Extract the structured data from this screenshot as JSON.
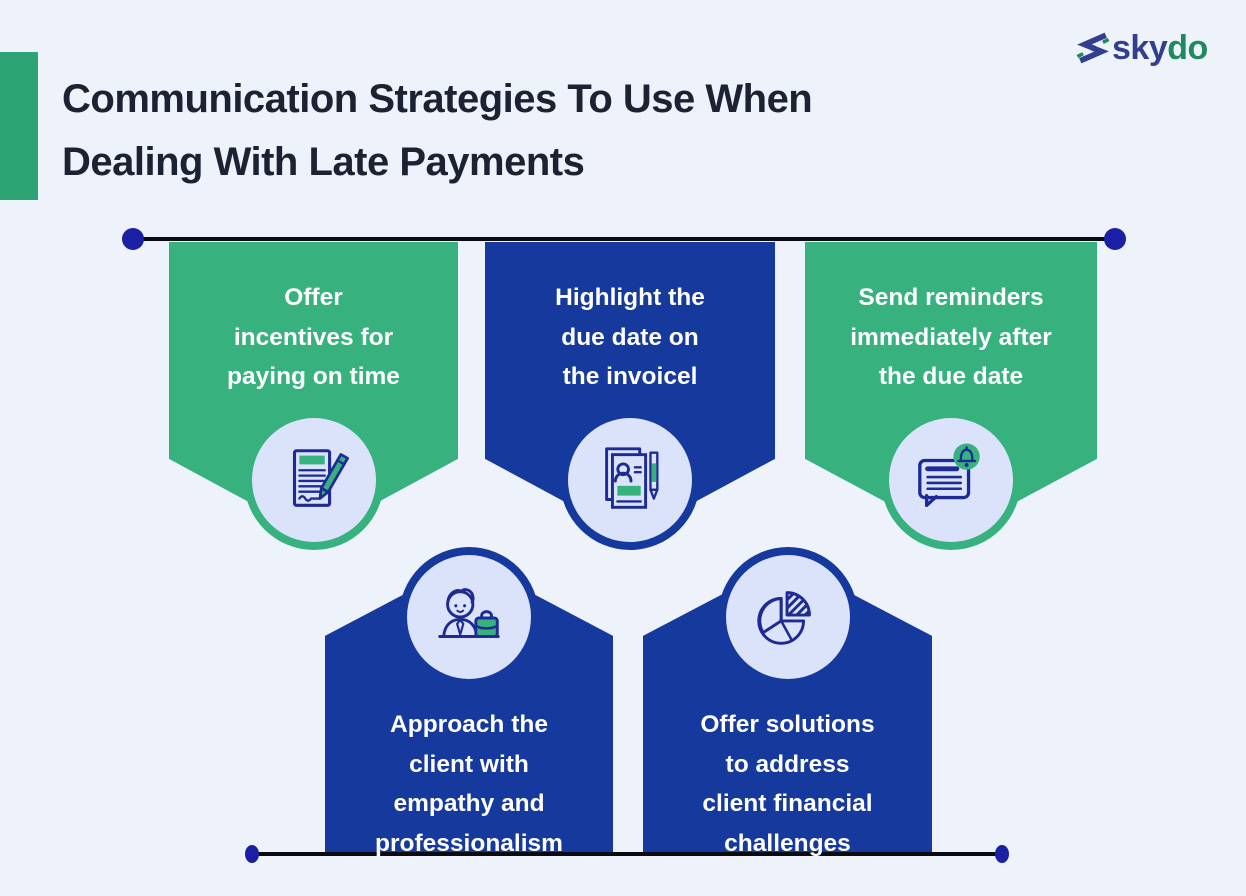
{
  "brand": {
    "logo_text_primary": "sky",
    "logo_text_secondary": "do",
    "logo_mark": "skydo-double-chevron-icon"
  },
  "title": {
    "line1": "Communication Strategies To Use When",
    "line2": "Dealing With Late Payments"
  },
  "cards": [
    {
      "id": "offer-incentives",
      "color": "green",
      "icon": "document-pencil-icon",
      "lines": [
        "Offer",
        "incentives for",
        "paying on time"
      ]
    },
    {
      "id": "highlight-due-date",
      "color": "blue",
      "icon": "invoice-pen-icon",
      "lines": [
        "Highlight the",
        "due date on",
        "the invoicel"
      ]
    },
    {
      "id": "send-reminders",
      "color": "green",
      "icon": "chat-bell-icon",
      "lines": [
        "Send reminders",
        "immediately after",
        "the due date"
      ]
    },
    {
      "id": "approach-client",
      "color": "blue",
      "icon": "person-briefcase-icon",
      "lines": [
        "Approach the",
        "client with",
        "empathy and",
        "professionalism"
      ]
    },
    {
      "id": "offer-solutions",
      "color": "blue",
      "icon": "pie-chart-icon",
      "lines": [
        "Offer solutions",
        "to address",
        "client financial",
        "challenges"
      ]
    }
  ],
  "colors": {
    "background": "#eef2fb",
    "green": "#37b17e",
    "blue": "#15399d",
    "accent_bar": "#2da473",
    "circle": "#dbe3fb",
    "icon_stroke": "#1e2b94",
    "line": "#0a0b12",
    "dot": "#1a1fa3",
    "title_text": "#1b2232",
    "logo_blue": "#323f8e",
    "logo_green": "#208a5e"
  }
}
